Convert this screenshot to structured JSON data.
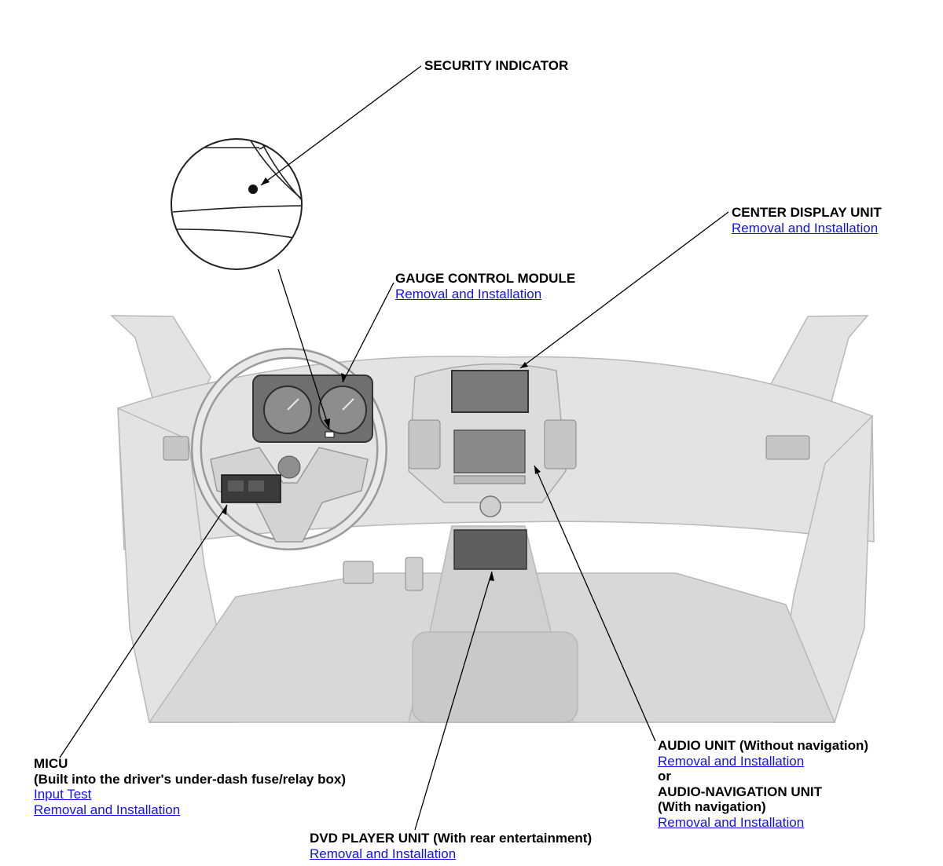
{
  "colors": {
    "link": "#1212e6",
    "label": "#000000",
    "leader_line": "#000000",
    "interior_fill": "#e3e3e3",
    "interior_line": "#b8b8b8"
  },
  "callouts": {
    "security_indicator": {
      "title": "SECURITY INDICATOR"
    },
    "center_display": {
      "title": "CENTER DISPLAY UNIT",
      "link": "Removal and Installation"
    },
    "gauge_control": {
      "title": "GAUGE CONTROL MODULE",
      "link": "Removal and Installation"
    },
    "micu": {
      "title": "MICU",
      "subtitle": "(Built into the driver's under-dash fuse/relay box)",
      "link_input_test": "Input Test",
      "link_removal": "Removal and Installation"
    },
    "audio": {
      "title": "AUDIO UNIT (Without navigation)",
      "link1": "Removal and Installation",
      "or": "or",
      "title2": "AUDIO-NAVIGATION UNIT",
      "subtitle2": "(With navigation)",
      "link2": "Removal and Installation"
    },
    "dvd": {
      "title": "DVD PLAYER UNIT (With rear entertainment)",
      "link": "Removal and Installation"
    }
  },
  "icons": {
    "zoom": "zoom-circle-icon",
    "steering_wheel": "steering-wheel-icon",
    "gauge_cluster": "gauge-cluster-icon"
  }
}
